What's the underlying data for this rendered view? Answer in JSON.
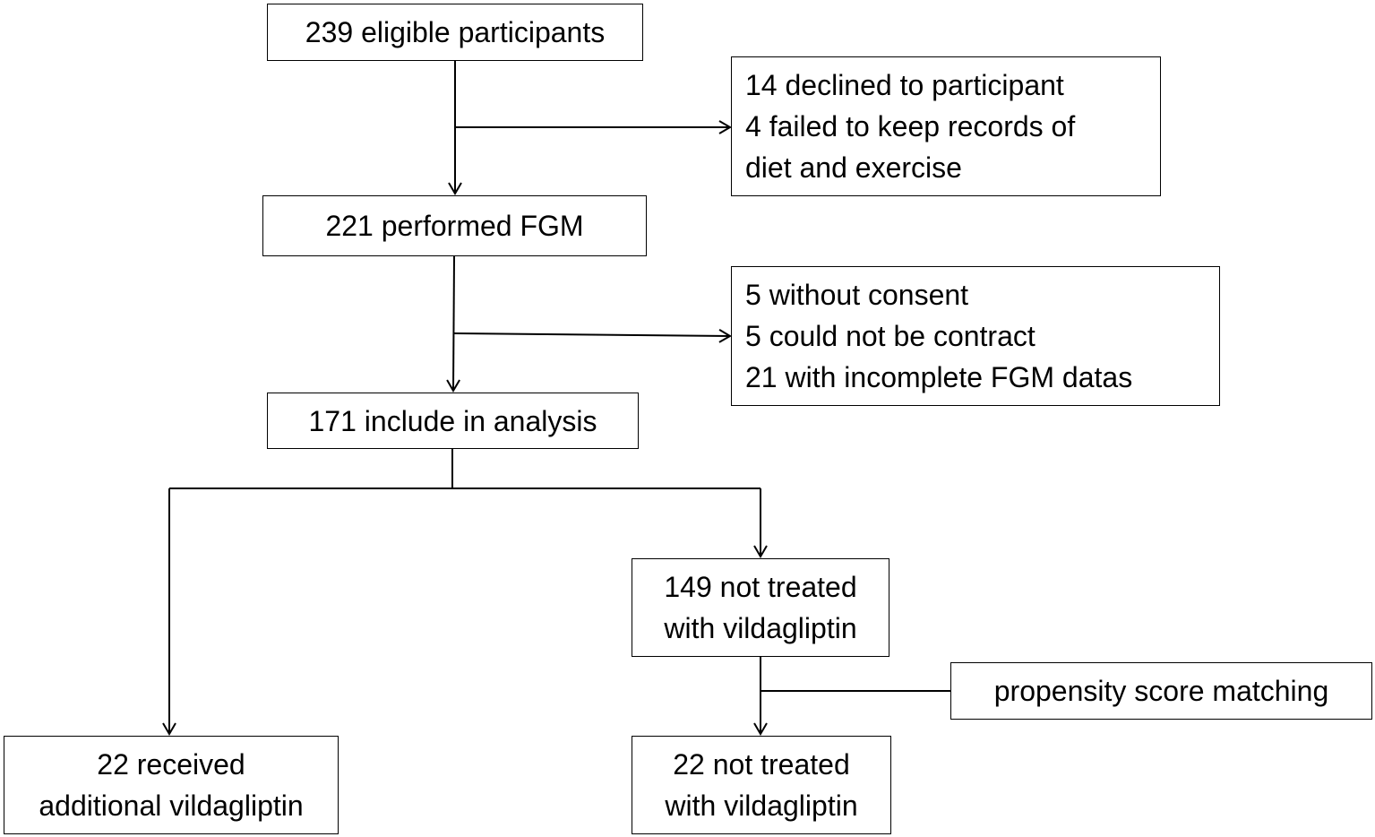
{
  "flowchart": {
    "eligible": {
      "lines": [
        "239 eligible participants"
      ]
    },
    "excluded_1": {
      "lines": [
        "14 declined to participant",
        "4 failed to keep records of",
        "diet and exercise"
      ]
    },
    "performed_fgm": {
      "lines": [
        "221 performed FGM"
      ]
    },
    "excluded_2": {
      "lines": [
        "5 without consent",
        "5 could not be contract",
        "21 with incomplete FGM datas"
      ]
    },
    "included": {
      "lines": [
        "171 include in analysis"
      ]
    },
    "not_treated_all": {
      "lines": [
        "149 not treated",
        "with vildagliptin"
      ]
    },
    "matching": {
      "lines": [
        "propensity score matching"
      ]
    },
    "received_vildagliptin": {
      "lines": [
        "22 received",
        "additional vildagliptin"
      ]
    },
    "not_treated_matched": {
      "lines": [
        "22 not treated",
        "with vildagliptin"
      ]
    }
  },
  "colors": {
    "line": "#000000",
    "box_border": "#000000",
    "background": "#ffffff"
  }
}
